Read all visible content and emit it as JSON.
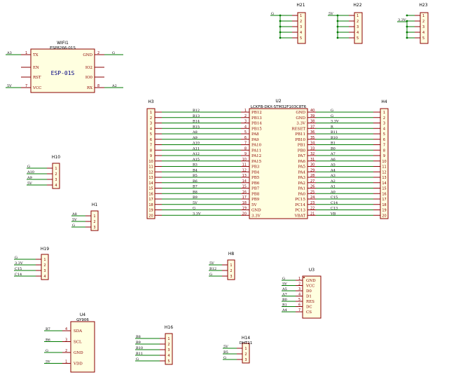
{
  "components": {
    "wifi": {
      "ref": "WIFI1",
      "value": "ESP8266-01S",
      "sub": "ESP-01S",
      "left": [
        {
          "num": "1",
          "name": "TX",
          "net": "A3"
        },
        {
          "num": "",
          "name": "EN",
          "net": ""
        },
        {
          "num": "",
          "name": "RST",
          "net": ""
        },
        {
          "num": "7",
          "name": "VCC",
          "net": "5V"
        }
      ],
      "right": [
        {
          "num": "2",
          "name": "GND",
          "net": "G"
        },
        {
          "num": "",
          "name": "IO2",
          "net": ""
        },
        {
          "num": "",
          "name": "IO0",
          "net": ""
        },
        {
          "num": "8",
          "name": "RX",
          "net": "A2"
        }
      ]
    },
    "h21": {
      "ref": "H21",
      "pins": [
        "1",
        "2",
        "3",
        "4",
        "5"
      ],
      "net": "G"
    },
    "h22": {
      "ref": "H22",
      "pins": [
        "1",
        "2",
        "3",
        "4",
        "5"
      ],
      "net": "5V"
    },
    "h23": {
      "ref": "H23",
      "pins": [
        "1",
        "2",
        "3",
        "4",
        "5"
      ],
      "net": "3.3V"
    },
    "h3": {
      "ref": "H3"
    },
    "h4": {
      "ref": "H4"
    },
    "u2": {
      "ref": "U2",
      "value": "LCKFB-DKX-STM32F103C8T6",
      "left": [
        {
          "num": "1",
          "name": "PB12",
          "net": "B12",
          "hnum": "1"
        },
        {
          "num": "2",
          "name": "PB13",
          "net": "B13",
          "hnum": "2"
        },
        {
          "num": "3",
          "name": "PB14",
          "net": "B14",
          "hnum": "3"
        },
        {
          "num": "4",
          "name": "PB15",
          "net": "B15",
          "hnum": "4"
        },
        {
          "num": "5",
          "name": "PA8",
          "net": "A8",
          "hnum": "5"
        },
        {
          "num": "6",
          "name": "PA9",
          "net": "A9",
          "hnum": "6"
        },
        {
          "num": "7",
          "name": "PA10",
          "net": "A10",
          "hnum": "7"
        },
        {
          "num": "8",
          "name": "PA11",
          "net": "A11",
          "hnum": "8"
        },
        {
          "num": "9",
          "name": "PA12",
          "net": "A12",
          "hnum": "9"
        },
        {
          "num": "10",
          "name": "PA15",
          "net": "A15",
          "hnum": "10"
        },
        {
          "num": "11",
          "name": "PB3",
          "net": "B3",
          "hnum": "11"
        },
        {
          "num": "12",
          "name": "PB4",
          "net": "B4",
          "hnum": "12"
        },
        {
          "num": "13",
          "name": "PB5",
          "net": "B5",
          "hnum": "13"
        },
        {
          "num": "14",
          "name": "PB6",
          "net": "B6",
          "hnum": "14"
        },
        {
          "num": "15",
          "name": "PB7",
          "net": "B7",
          "hnum": "15"
        },
        {
          "num": "16",
          "name": "PB8",
          "net": "B8",
          "hnum": "16"
        },
        {
          "num": "17",
          "name": "PB9",
          "net": "B9",
          "hnum": "17"
        },
        {
          "num": "18",
          "name": "5V",
          "net": "5V",
          "hnum": "18"
        },
        {
          "num": "19",
          "name": "GND",
          "net": "G",
          "hnum": "19"
        },
        {
          "num": "20",
          "name": "3.3V",
          "net": "3.3V",
          "hnum": "20"
        }
      ],
      "right": [
        {
          "num": "40",
          "name": "GND",
          "net": "G",
          "hnum": "1"
        },
        {
          "num": "39",
          "name": "GND",
          "net": "G",
          "hnum": "2"
        },
        {
          "num": "38",
          "name": "3.3V",
          "net": "3.3V",
          "hnum": "3"
        },
        {
          "num": "37",
          "name": "RESET",
          "net": "R",
          "hnum": "4"
        },
        {
          "num": "36",
          "name": "PB11",
          "net": "B11",
          "hnum": "5"
        },
        {
          "num": "35",
          "name": "PB10",
          "net": "B10",
          "hnum": "6"
        },
        {
          "num": "34",
          "name": "PB1",
          "net": "B1",
          "hnum": "7"
        },
        {
          "num": "33",
          "name": "PB0",
          "net": "B0",
          "hnum": "8"
        },
        {
          "num": "32",
          "name": "PA7",
          "net": "A7",
          "hnum": "9"
        },
        {
          "num": "31",
          "name": "PA6",
          "net": "A6",
          "hnum": "10"
        },
        {
          "num": "30",
          "name": "PA5",
          "net": "A5",
          "hnum": "11"
        },
        {
          "num": "29",
          "name": "PA4",
          "net": "A4",
          "hnum": "12"
        },
        {
          "num": "28",
          "name": "PA3",
          "net": "A3",
          "hnum": "13"
        },
        {
          "num": "27",
          "name": "PA2",
          "net": "A2",
          "hnum": "14"
        },
        {
          "num": "26",
          "name": "PA1",
          "net": "A1",
          "hnum": "15"
        },
        {
          "num": "25",
          "name": "PA0",
          "net": "A0",
          "hnum": "16"
        },
        {
          "num": "24",
          "name": "PC15",
          "net": "C15",
          "hnum": "17"
        },
        {
          "num": "23",
          "name": "PC14",
          "net": "C14",
          "hnum": "18"
        },
        {
          "num": "22",
          "name": "PC13",
          "net": "C13",
          "hnum": "19"
        },
        {
          "num": "21",
          "name": "VBAT",
          "net": "VB",
          "hnum": "20"
        }
      ]
    },
    "h10": {
      "ref": "H10",
      "pins": [
        {
          "num": "1",
          "net": "G"
        },
        {
          "num": "2",
          "net": "A10"
        },
        {
          "num": "3",
          "net": "A9"
        },
        {
          "num": "4",
          "net": "5V"
        }
      ]
    },
    "h1": {
      "ref": "H1",
      "pins": [
        {
          "num": "1",
          "net": "A8"
        },
        {
          "num": "2",
          "net": "5V"
        },
        {
          "num": "3",
          "net": "G"
        }
      ]
    },
    "h19": {
      "ref": "H19",
      "pins": [
        {
          "num": "1",
          "net": "G"
        },
        {
          "num": "2",
          "net": "3.3V"
        },
        {
          "num": "3",
          "net": "C15"
        },
        {
          "num": "4",
          "net": "C14"
        }
      ]
    },
    "h8": {
      "ref": "H8",
      "pins": [
        {
          "num": "1",
          "net": "5V"
        },
        {
          "num": "2",
          "net": "B12"
        },
        {
          "num": "3",
          "net": "G"
        }
      ]
    },
    "u3": {
      "ref": "U3",
      "pins": [
        {
          "num": "1",
          "name": "GND",
          "net": "G"
        },
        {
          "num": "2",
          "name": "VCC",
          "net": "5V"
        },
        {
          "num": "3",
          "name": "D0",
          "net": "A5"
        },
        {
          "num": "4",
          "name": "D1",
          "net": "A7"
        },
        {
          "num": "5",
          "name": "RES",
          "net": "B0"
        },
        {
          "num": "6",
          "name": "DC",
          "net": "B1"
        },
        {
          "num": "7",
          "name": "CS",
          "net": "A4"
        }
      ]
    },
    "u4": {
      "ref": "U4",
      "value": "GY906",
      "pins": [
        {
          "num": "4",
          "name": "SDA",
          "net": "B7"
        },
        {
          "num": "3",
          "name": "SCL",
          "net": "B6"
        },
        {
          "num": "2",
          "name": "GND",
          "net": "G"
        },
        {
          "num": "1",
          "name": "VDD",
          "net": "5V"
        }
      ]
    },
    "h16": {
      "ref": "H16",
      "pins": [
        {
          "num": "1",
          "net": "B8"
        },
        {
          "num": "2",
          "net": "B9"
        },
        {
          "num": "3",
          "net": "B10"
        },
        {
          "num": "4",
          "net": "B11"
        },
        {
          "num": "5",
          "net": "G"
        }
      ]
    },
    "h14": {
      "ref": "H14",
      "value": "DHT11",
      "pins": [
        {
          "num": "1",
          "net": "5V"
        },
        {
          "num": "2",
          "net": "B5"
        },
        {
          "num": "3",
          "net": "G"
        }
      ]
    }
  }
}
